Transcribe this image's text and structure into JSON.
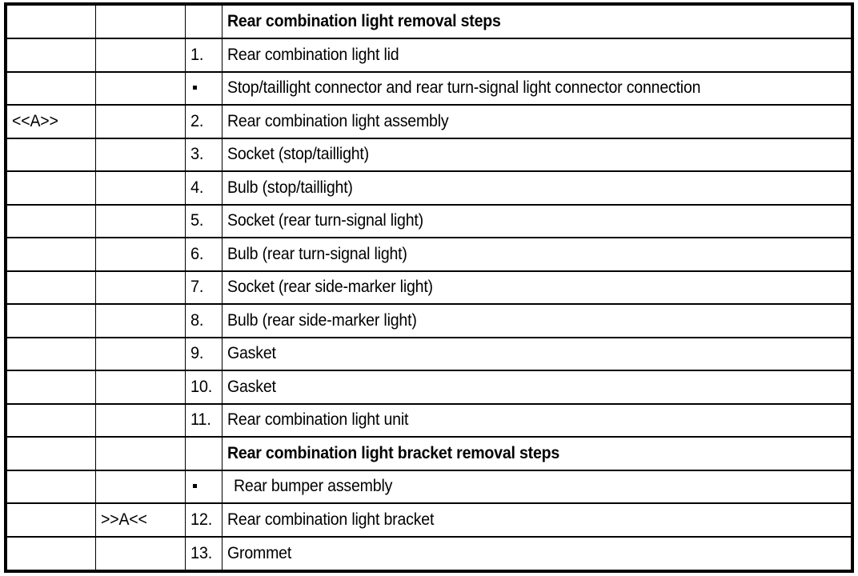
{
  "document": {
    "type": "service-manual-parts-table",
    "columns": {
      "mark_a_header": "",
      "mark_b_header": "",
      "number_header": "",
      "description_header": ""
    },
    "headings": {
      "light_removal": "Rear combination light removal steps",
      "bracket_removal": "Rear combination light bracket removal steps"
    },
    "markers": {
      "a_open": "<<A>>",
      "a_close": ">>A<<",
      "bullet": "·"
    },
    "rows": [
      {
        "mark_a": "",
        "mark_b": "",
        "number": "",
        "description": "Rear combination light removal steps",
        "heading": true,
        "bullet": false,
        "indented": false
      },
      {
        "mark_a": "",
        "mark_b": "",
        "number": "1.",
        "description": "Rear combination light lid",
        "heading": false,
        "bullet": false,
        "indented": false
      },
      {
        "mark_a": "",
        "mark_b": "",
        "number": "·",
        "description": "Stop/taillight connector and rear turn-signal light connector connection",
        "heading": false,
        "bullet": true,
        "indented": false
      },
      {
        "mark_a": "<<A>>",
        "mark_b": "",
        "number": "2.",
        "description": "Rear combination light assembly",
        "heading": false,
        "bullet": false,
        "indented": false
      },
      {
        "mark_a": "",
        "mark_b": "",
        "number": "3.",
        "description": "Socket (stop/taillight)",
        "heading": false,
        "bullet": false,
        "indented": false
      },
      {
        "mark_a": "",
        "mark_b": "",
        "number": "4.",
        "description": "Bulb (stop/taillight)",
        "heading": false,
        "bullet": false,
        "indented": false
      },
      {
        "mark_a": "",
        "mark_b": "",
        "number": "5.",
        "description": "Socket (rear turn-signal light)",
        "heading": false,
        "bullet": false,
        "indented": false
      },
      {
        "mark_a": "",
        "mark_b": "",
        "number": "6.",
        "description": "Bulb (rear turn-signal light)",
        "heading": false,
        "bullet": false,
        "indented": false
      },
      {
        "mark_a": "",
        "mark_b": "",
        "number": "7.",
        "description": "Socket (rear side-marker light)",
        "heading": false,
        "bullet": false,
        "indented": false
      },
      {
        "mark_a": "",
        "mark_b": "",
        "number": "8.",
        "description": "Bulb (rear side-marker light)",
        "heading": false,
        "bullet": false,
        "indented": false
      },
      {
        "mark_a": "",
        "mark_b": "",
        "number": "9.",
        "description": "Gasket",
        "heading": false,
        "bullet": false,
        "indented": false
      },
      {
        "mark_a": "",
        "mark_b": "",
        "number": "10.",
        "description": "Gasket",
        "heading": false,
        "bullet": false,
        "indented": false
      },
      {
        "mark_a": "",
        "mark_b": "",
        "number": "11.",
        "description": "Rear combination light unit",
        "heading": false,
        "bullet": false,
        "indented": false
      },
      {
        "mark_a": "",
        "mark_b": "",
        "number": "",
        "description": "Rear combination light bracket removal steps",
        "heading": true,
        "bullet": false,
        "indented": false
      },
      {
        "mark_a": "",
        "mark_b": "",
        "number": "·",
        "description": "Rear bumper assembly",
        "heading": false,
        "bullet": true,
        "indented": true
      },
      {
        "mark_a": "",
        "mark_b": ">>A<<",
        "number": "12.",
        "description": "Rear combination light bracket",
        "heading": false,
        "bullet": false,
        "indented": false
      },
      {
        "mark_a": "",
        "mark_b": "",
        "number": "13.",
        "description": "Grommet",
        "heading": false,
        "bullet": false,
        "indented": false
      }
    ]
  },
  "colors": {
    "text": "#000000",
    "background": "#ffffff",
    "border": "#000000"
  }
}
